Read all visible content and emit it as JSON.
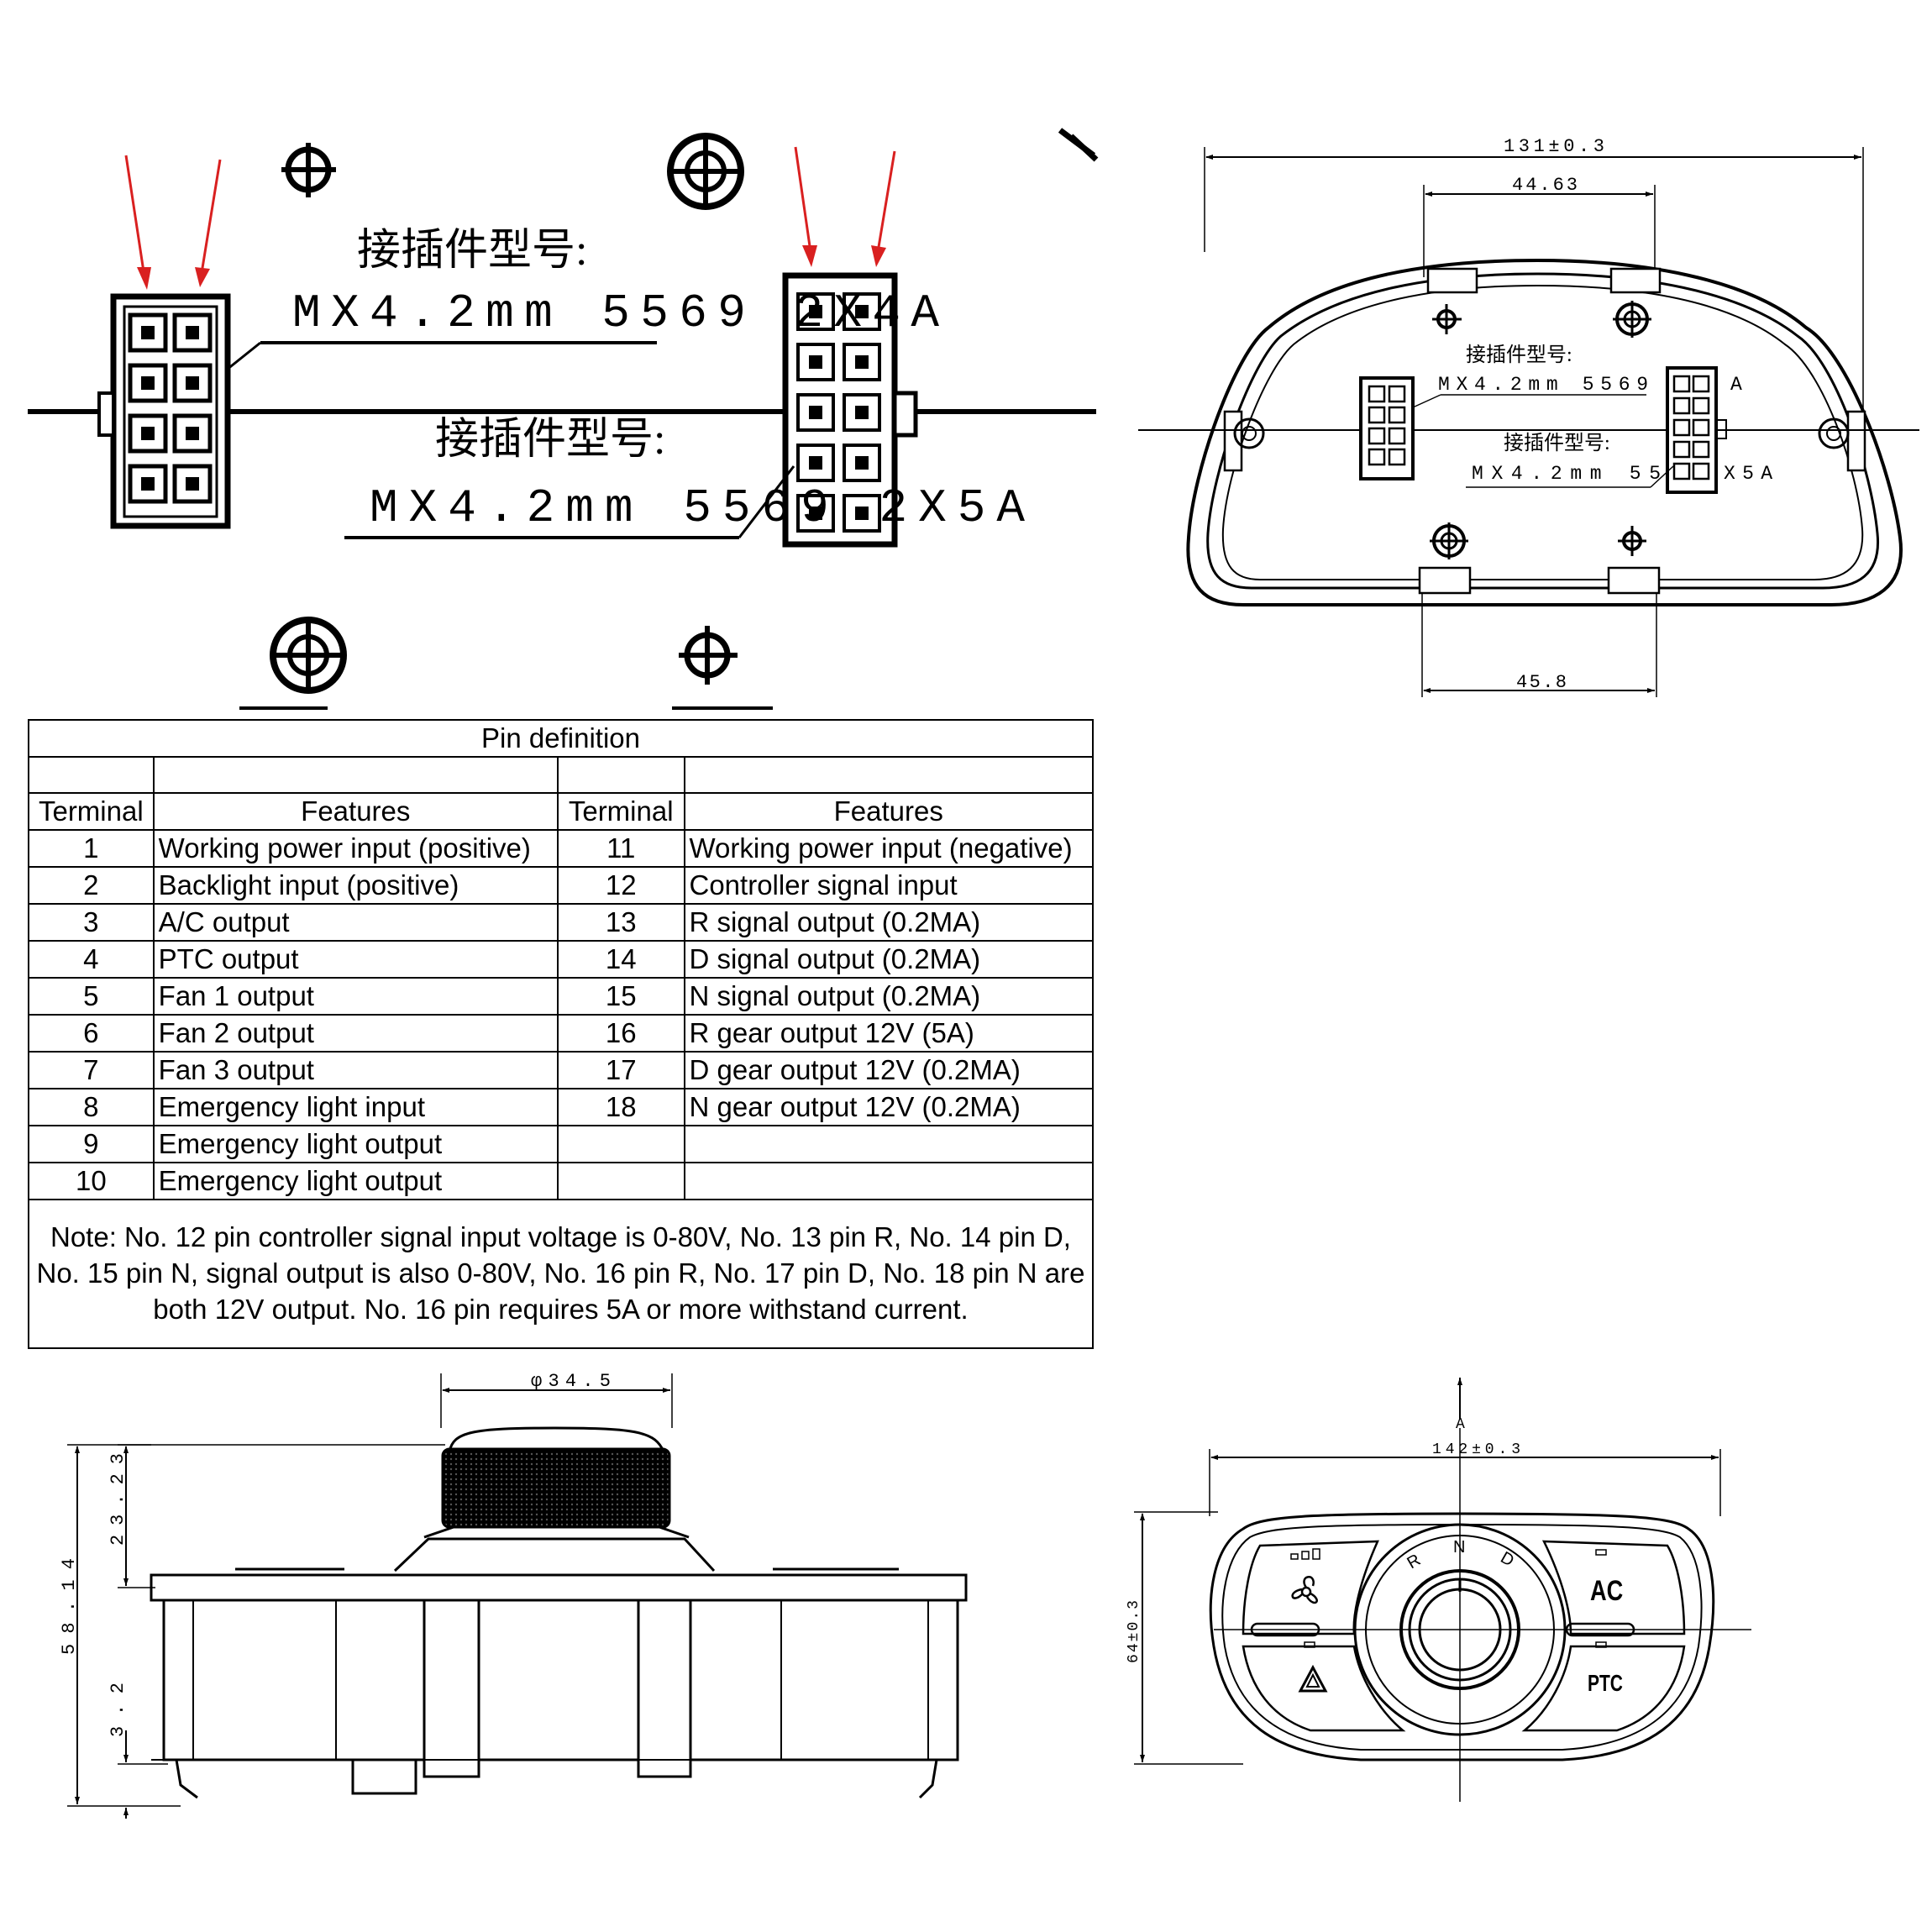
{
  "connector_labels": {
    "label_cn": "接插件型号:",
    "model_left": "MX4.2mm 5569 2X4A",
    "model_right": "MX4.2mm 5569 2X5A"
  },
  "top_view": {
    "dim_width": "131±0.3",
    "dim_top_spacing": "44.63",
    "dim_bottom_spacing": "45.8",
    "connector_label_cn": "接插件型号:",
    "connector_model_a": "MX4.2mm 5569",
    "connector_model_a_suffix": "A",
    "connector_model_b": "MX4.2mm 55",
    "connector_model_b_suffix": "X5A"
  },
  "side_view": {
    "dim_knob_diameter": "φ34.5",
    "dim_total_height": "58.14",
    "dim_knob_height": "23.23",
    "dim_bottom": "3.2"
  },
  "front_view": {
    "section_mark": "A",
    "dim_width": "142±0.3",
    "dim_height": "64±0.3",
    "gear_labels": [
      "R",
      "N",
      "D"
    ],
    "button_ac": "AC",
    "button_ptc": "PTC",
    "fan_icon": "fan-icon",
    "hazard_icon": "hazard-triangle-icon"
  },
  "pin_table": {
    "title": "Pin definition",
    "headers": [
      "Terminal",
      "Features",
      "Terminal",
      "Features"
    ],
    "rows": [
      [
        "1",
        "Working power input (positive)",
        "11",
        "Working power input (negative)"
      ],
      [
        "2",
        "Backlight input (positive)",
        "12",
        "Controller signal input"
      ],
      [
        "3",
        "A/C output",
        "13",
        "R signal output (0.2MA)"
      ],
      [
        "4",
        "PTC output",
        "14",
        "D signal output (0.2MA)"
      ],
      [
        "5",
        "Fan 1 output",
        "15",
        "N signal output (0.2MA)"
      ],
      [
        "6",
        "Fan 2 output",
        "16",
        "R gear output 12V (5A)"
      ],
      [
        "7",
        "Fan 3 output",
        "17",
        "D gear output 12V (0.2MA)"
      ],
      [
        "8",
        "Emergency light input",
        "18",
        "N gear output 12V (0.2MA)"
      ],
      [
        "9",
        "Emergency light output",
        "",
        ""
      ],
      [
        "10",
        "Emergency light output",
        "",
        ""
      ]
    ],
    "note": "Note: No. 12 pin controller signal input voltage is 0-80V, No. 13 pin R, No. 14 pin D, No. 15 pin N, signal output is also 0-80V, No. 16 pin R, No. 17 pin D, No. 18 pin N are both 12V output. No. 16 pin requires 5A or more withstand current."
  }
}
